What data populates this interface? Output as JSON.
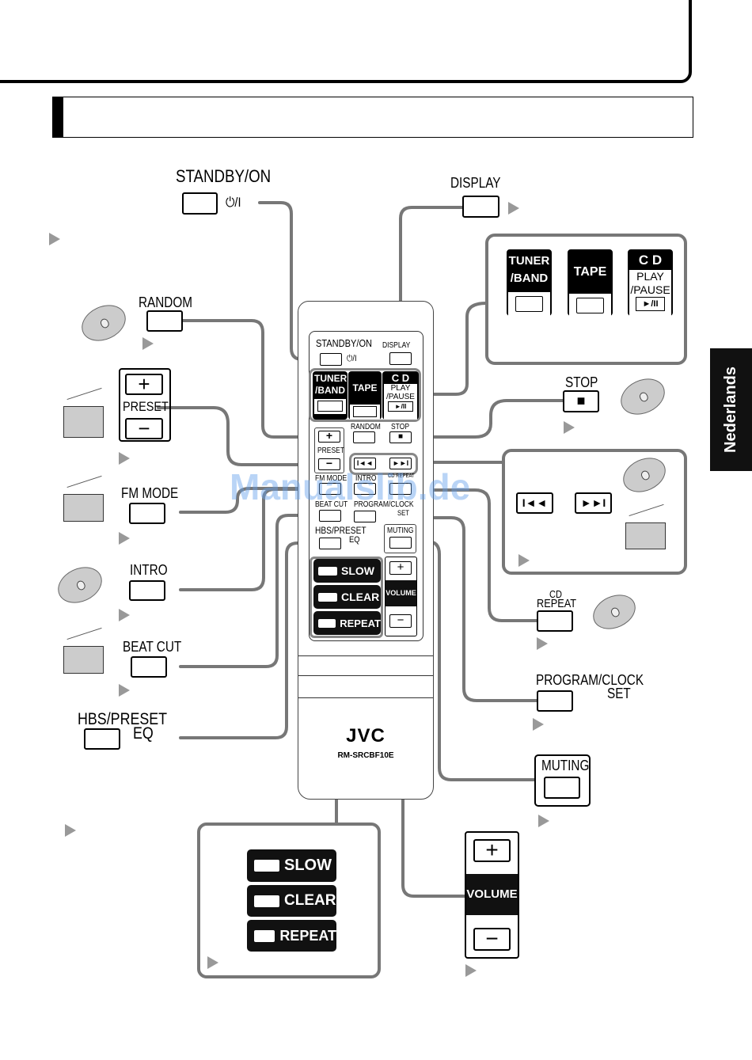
{
  "language_tab": "Nederlands",
  "watermark": "Manualslib.de",
  "callouts": {
    "standby": {
      "label": "STANDBY/ON",
      "symbol": "⏻/I"
    },
    "display": {
      "label": "DISPLAY"
    },
    "random": {
      "label": "RANDOM"
    },
    "preset": {
      "label": "PRESET",
      "plus": "+",
      "minus": "−"
    },
    "fm_mode": {
      "label": "FM MODE"
    },
    "intro": {
      "label": "INTRO"
    },
    "beat_cut": {
      "label": "BEAT CUT"
    },
    "hbs": {
      "label1": "HBS/PRESET",
      "label2": "EQ"
    },
    "source_box": {
      "tuner1": "TUNER",
      "tuner2": "/BAND",
      "tape": "TAPE",
      "cd": "C D",
      "play1": "PLAY",
      "play2": "/PAUSE",
      "play_icon": "►/II"
    },
    "stop": {
      "label": "STOP",
      "icon": "■"
    },
    "skip": {
      "prev": "I◄◄",
      "next": "►►I"
    },
    "cd_repeat": {
      "label1": "CD",
      "label2": "REPEAT"
    },
    "program": {
      "label1": "PROGRAM/CLOCK",
      "label2": "SET"
    },
    "muting": {
      "label": "MUTING"
    },
    "volume": {
      "plus": "+",
      "label": "VOLUME",
      "minus": "−"
    },
    "mode_box": {
      "slow": "SLOW",
      "clear": "CLEAR",
      "repeat": "REPEAT"
    }
  },
  "remote": {
    "standby": "STANDBY/ON",
    "standby_sym": "⏻/I",
    "display": "DISPLAY",
    "tuner1": "TUNER",
    "tuner2": "/BAND",
    "tape": "TAPE",
    "cd": "C D",
    "play1": "PLAY",
    "play2": "/PAUSE",
    "play_icon": "►/II",
    "preset": "PRESET",
    "plus": "+",
    "minus": "−",
    "random": "RANDOM",
    "stop": "STOP",
    "stop_icon": "■",
    "prev": "I◄◄",
    "next": "►►I",
    "fm_mode": "FM MODE",
    "intro": "INTRO",
    "cd_repeat": "CD REPEAT",
    "beat_cut": "BEAT CUT",
    "program1": "PROGRAM/CLOCK",
    "program2": "SET",
    "hbs1": "HBS/PRESET",
    "hbs2": "EQ",
    "muting": "MUTING",
    "slow": "SLOW",
    "clear": "CLEAR",
    "repeat": "REPEAT",
    "volume": "VOLUME",
    "brand": "JVC",
    "model": "RM-SRCBF10E"
  }
}
